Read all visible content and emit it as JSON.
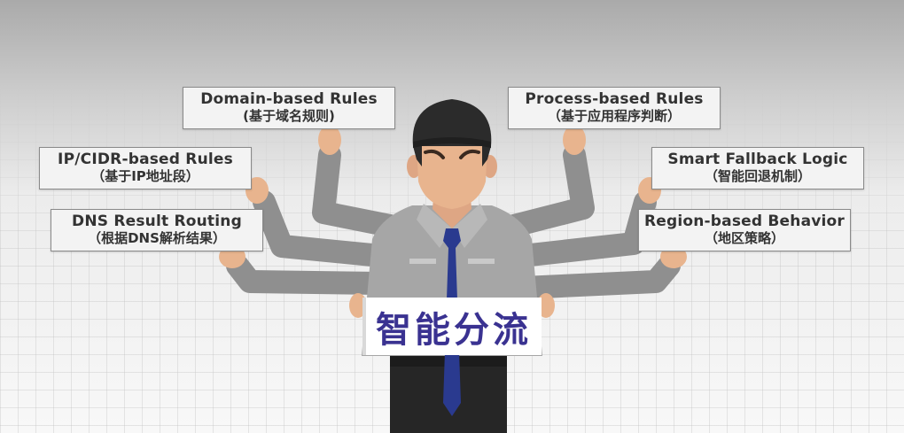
{
  "labels": {
    "domain": {
      "en": "Domain-based Rules",
      "zh": "(基于域名规则)"
    },
    "process": {
      "en": "Process-based Rules",
      "zh": "（基于应用程序判断）"
    },
    "ipcidr": {
      "en": "IP/CIDR-based Rules",
      "zh": "（基于IP地址段）"
    },
    "fallback": {
      "en": "Smart Fallback Logic",
      "zh": "（智能回退机制）"
    },
    "dns": {
      "en": "DNS Result Routing",
      "zh": "（根据DNS解析结果）"
    },
    "region": {
      "en": "Region-based Behavior",
      "zh": "（地区策略）"
    }
  },
  "sign": {
    "text": "智能分流"
  },
  "colors": {
    "sign_text": "#3a3291",
    "tie": "#2a3a8f",
    "shirt": "#a6a6a6",
    "sleeve": "#8f8f8f",
    "skin": "#e8b48e",
    "cap": "#2b2b2b",
    "pants": "#262626"
  }
}
